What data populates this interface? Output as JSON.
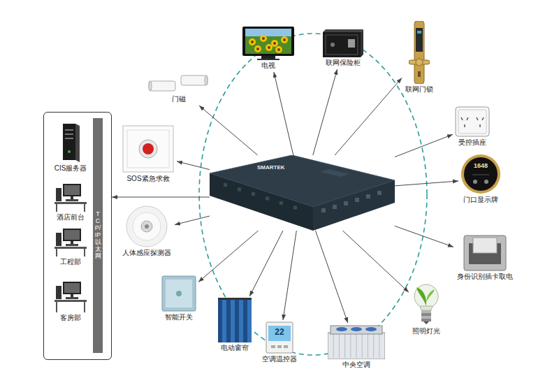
{
  "diagram": {
    "nodes": [
      {
        "text": [
          "TCP/IP以太网"
        ]
      },
      {
        "text": [
          "CIS服务器"
        ],
        "in": 0
      },
      {
        "text": [
          "酒店前台"
        ],
        "in": 0
      },
      {
        "text": [
          "工程部"
        ],
        "in": 0
      },
      {
        "text": [
          "客房部"
        ],
        "in": 0
      },
      {
        "text": [
          "SMARTEK"
        ]
      },
      {
        "text": [
          "电视"
        ]
      },
      {
        "text": [
          "联网保险柜"
        ]
      },
      {
        "text": [
          "联网门锁"
        ]
      },
      {
        "text": [
          "门磁"
        ]
      },
      {
        "text": [
          "受控插座"
        ]
      },
      {
        "text": [
          "SOS紧急求救"
        ]
      },
      {
        "text": [
          "门口显示牌"
        ]
      },
      {
        "text": [
          "人体感应探测器"
        ]
      },
      {
        "text": [
          "身份识别插卡取电"
        ]
      },
      {
        "text": [
          "智能开关"
        ]
      },
      {
        "text": [
          "照明灯光"
        ]
      },
      {
        "text": [
          "电动窗帘"
        ]
      },
      {
        "text": [
          "空调温控器"
        ]
      },
      {
        "text": [
          "中央空调"
        ]
      }
    ],
    "edges": [
      {
        "from": 5,
        "to": 0,
        "arrow": "to"
      },
      {
        "from": 5,
        "to": 6,
        "arrow": "to"
      },
      {
        "from": 5,
        "to": 7,
        "arrow": "to"
      },
      {
        "from": 5,
        "to": 8,
        "arrow": "to"
      },
      {
        "from": 5,
        "to": 9,
        "arrow": "to"
      },
      {
        "from": 5,
        "to": 10,
        "arrow": "to"
      },
      {
        "from": 5,
        "to": 11,
        "arrow": "to"
      },
      {
        "from": 5,
        "to": 12,
        "arrow": "to"
      },
      {
        "from": 5,
        "to": 13,
        "arrow": "to"
      },
      {
        "from": 5,
        "to": 14,
        "arrow": "to"
      },
      {
        "from": 5,
        "to": 15,
        "arrow": "to"
      },
      {
        "from": 5,
        "to": 16,
        "arrow": "to"
      },
      {
        "from": 5,
        "to": 17,
        "arrow": "to"
      },
      {
        "from": 5,
        "to": 18,
        "arrow": "to"
      },
      {
        "from": 5,
        "to": 19,
        "arrow": "to"
      }
    ],
    "labels": [
      "1648",
      "22"
    ]
  }
}
